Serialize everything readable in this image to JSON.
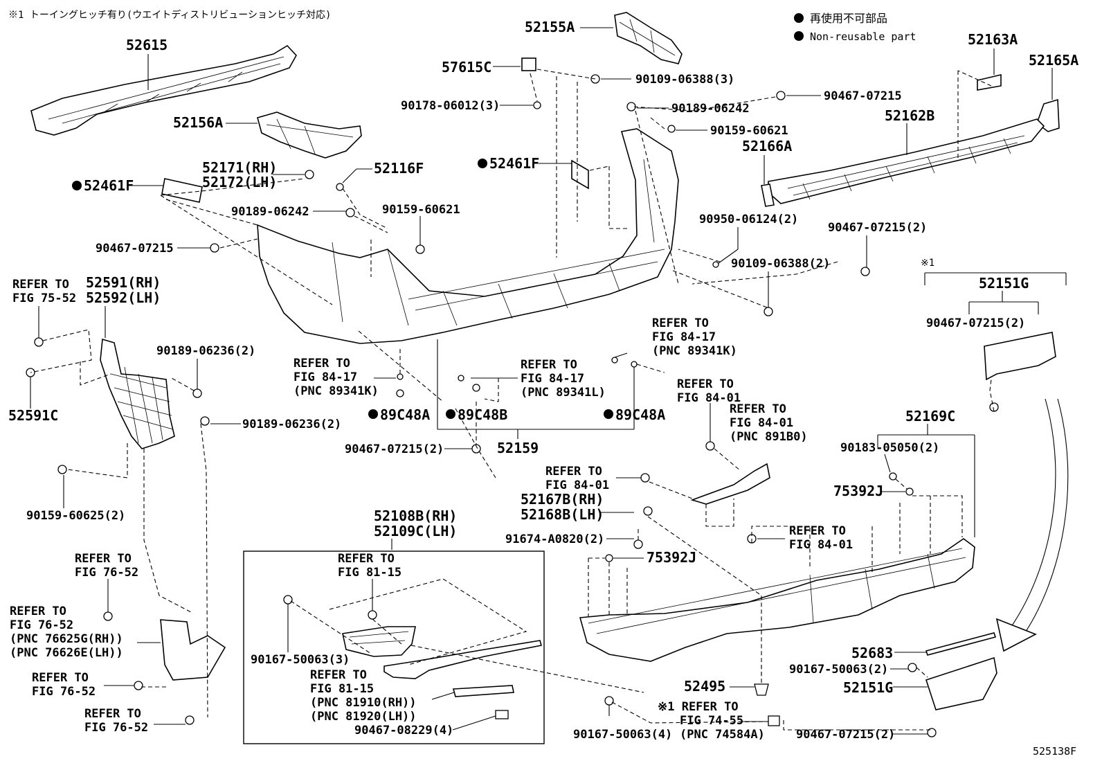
{
  "header_note": "※1 トーイングヒッチ有り(ウエイトディストリビューションヒッチ対応)",
  "legend": {
    "jp": "再使用不可部品",
    "en": "Non-reusable part"
  },
  "figure_code": "525138F",
  "labels": {
    "l52615": "52615",
    "l52155A": "52155A",
    "l57615C": "57615C",
    "l90109_3": "90109-06388(3)",
    "l90178": "90178-06012(3)",
    "l52163A": "52163A",
    "l52165A": "52165A",
    "l90467_a": "90467-07215",
    "l90189_a": "90189-06242",
    "l52162B": "52162B",
    "l90159_a": "90159-60621",
    "l52166A": "52166A",
    "l52156A": "52156A",
    "l52461F_c": "52461F",
    "l52171": "52171(RH)",
    "l52172": "52172(LH)",
    "l52116F": "52116F",
    "l52461F_l": "52461F",
    "l90189_b": "90189-06242",
    "l90159_b": "90159-60621",
    "l90950": "90950-06124(2)",
    "l90467_b": "90467-07215(2)",
    "l90467_c": "90467-07215",
    "l90109_2": "90109-06388(2)",
    "l_refer1": "REFER TO",
    "l_fig1": "FIG 75-52",
    "l52591": "52591(RH)",
    "l52592": "52592(LH)",
    "l_mark1": "※1",
    "l52151G_a": "52151G",
    "l90467_d": "90467-07215(2)",
    "l90189_c": "90189-06236(2)",
    "l_refer2": "REFER TO",
    "l_fig2": "FIG 84-17",
    "l_pnc2": "(PNC 89341K)",
    "l52591C": "52591C",
    "l_refer3": "REFER TO",
    "l_fig3": "FIG 84-17",
    "l_pnc3": "(PNC 89341K)",
    "l_refer4": "REFER TO",
    "l_fig4": "FIG 84-17",
    "l_pnc4": "(PNC 89341L)",
    "l_refer5": "REFER TO",
    "l_fig5": "FIG 84-01",
    "l_refer6": "REFER TO",
    "l_fig6": "FIG 84-01",
    "l_pnc6": "(PNC 891B0)",
    "l89C48A_1": "89C48A",
    "l89C48B": "89C48B",
    "l89C48A_2": "89C48A",
    "l90189_d": "90189-06236(2)",
    "l52169C": "52169C",
    "l52159": "52159",
    "l90467_e": "90467-07215(2)",
    "l90183": "90183-05050(2)",
    "l_refer7": "REFER TO",
    "l_fig7": "FIG 84-01",
    "l75392J_a": "75392J",
    "l52167B": "52167B(RH)",
    "l52168B": "52168B(LH)",
    "l90159_c": "90159-60625(2)",
    "l52108B": "52108B(RH)",
    "l52109C": "52109C(LH)",
    "l_refer8": "REFER TO",
    "l_fig8": "FIG 84-01",
    "l91674": "91674-A0820(2)",
    "l75392J_b": "75392J",
    "l_refer9": "REFER TO",
    "l_fig9": "FIG 76-52",
    "l_refer10": "REFER TO",
    "l_fig10": "FIG 81-15",
    "l_refer11": "REFER TO",
    "l_fig11": "FIG 76-52",
    "l_pnc11a": "(PNC 76625G(RH))",
    "l_pnc11b": "(PNC 76626E(LH))",
    "l90167_a": "90167-50063(3)",
    "l_refer12": "REFER TO",
    "l_fig12": "FIG 81-15",
    "l_pnc12a": "(PNC 81910(RH))",
    "l_pnc12b": "(PNC 81920(LH))",
    "l_refer13": "REFER TO",
    "l_fig13": "FIG 76-52",
    "l52683": "52683",
    "l90167_b": "90167-50063(2)",
    "l52495": "52495",
    "l52151G_b": "52151G",
    "l_refer14": "REFER TO",
    "l_fig14": "FIG 76-52",
    "l90467_f": "90467-08229(4)",
    "l_refer15": "※1 REFER TO",
    "l_fig15": "FIG 74-55",
    "l_pnc15": "(PNC 74584A)",
    "l90167_c": "90167-50063(4)",
    "l90467_g": "90467-07215(2)"
  }
}
